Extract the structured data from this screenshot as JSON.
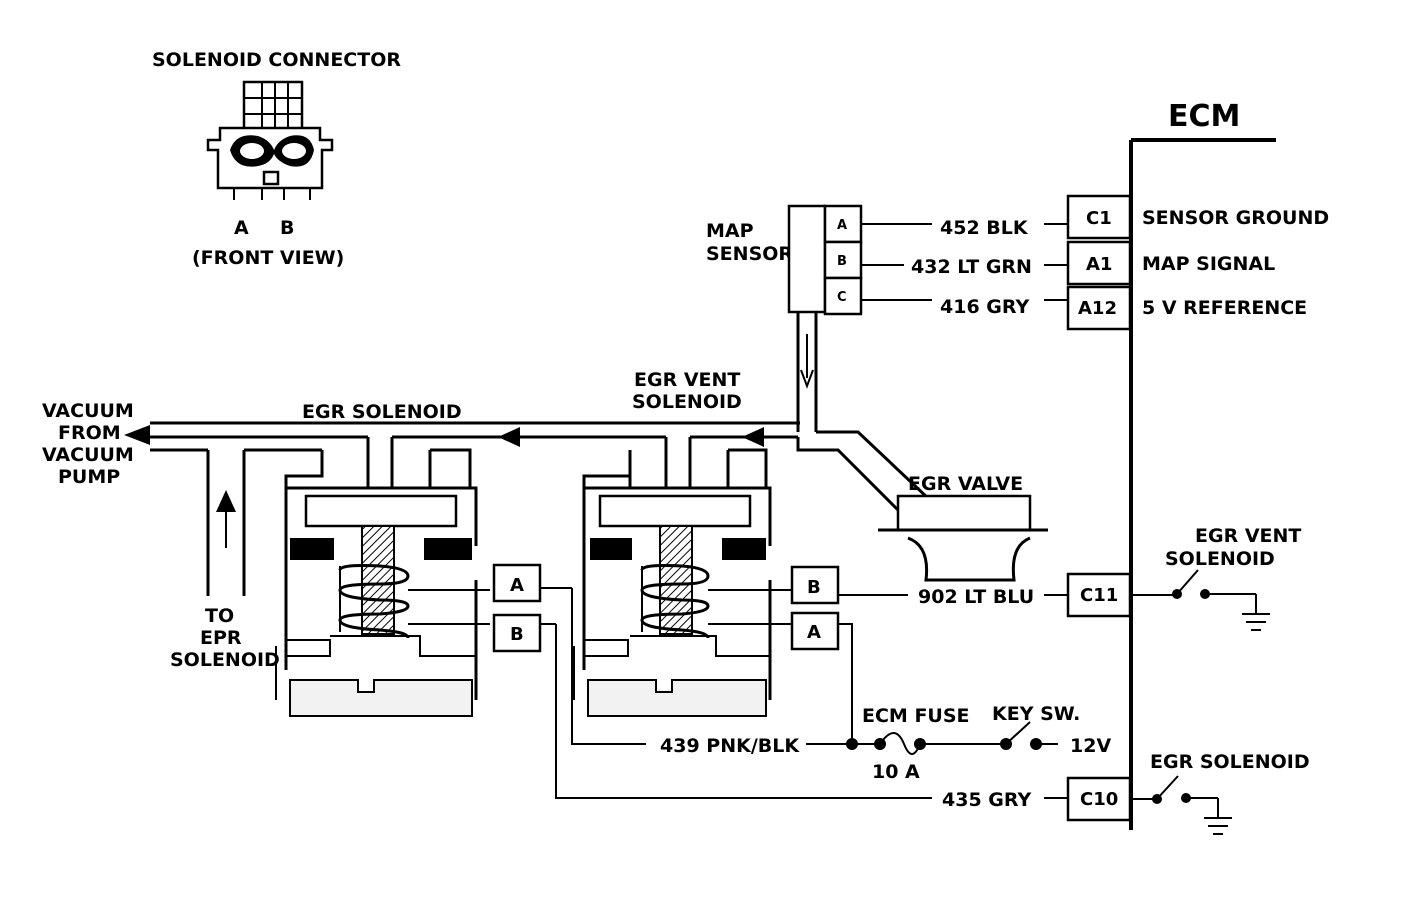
{
  "connector": {
    "title": "SOLENOID CONNECTOR",
    "pin_a": "A",
    "pin_b": "B",
    "view": "(FRONT VIEW)"
  },
  "ecm": {
    "title": "ECM",
    "terminals": [
      {
        "pin": "C1",
        "function": "SENSOR GROUND"
      },
      {
        "pin": "A1",
        "function": "MAP SIGNAL"
      },
      {
        "pin": "A12",
        "function": "5 V REFERENCE"
      },
      {
        "pin": "C11",
        "function": "EGR VENT SOLENOID"
      },
      {
        "pin": "C10",
        "function": "EGR SOLENOID"
      }
    ]
  },
  "map_sensor": {
    "label_line1": "MAP",
    "label_line2": "SENSOR",
    "pins": [
      "A",
      "B",
      "C"
    ]
  },
  "wires": {
    "w452": "452 BLK",
    "w432": "432 LT GRN",
    "w416": "416 GRY",
    "w902": "902 LT BLU",
    "w439": "439 PNK/BLK",
    "w435": "435 GRY"
  },
  "vacuum": {
    "line1": "VACUUM",
    "line2": "FROM",
    "line3": "VACUUM",
    "line4": "PUMP",
    "epr1": "TO",
    "epr2": "EPR",
    "epr3": "SOLENOID"
  },
  "egr_solenoid": {
    "label": "EGR  SOLENOID",
    "pins": [
      "A",
      "B"
    ]
  },
  "egr_vent_solenoid": {
    "label_line1": "EGR  VENT",
    "label_line2": "SOLENOID",
    "pins": [
      "B",
      "A"
    ]
  },
  "egr_valve": {
    "label": "EGR  VALVE"
  },
  "fuse": {
    "label": "ECM FUSE",
    "rating": "10 A"
  },
  "key_switch": {
    "label": "KEY SW.",
    "voltage": "12V"
  }
}
